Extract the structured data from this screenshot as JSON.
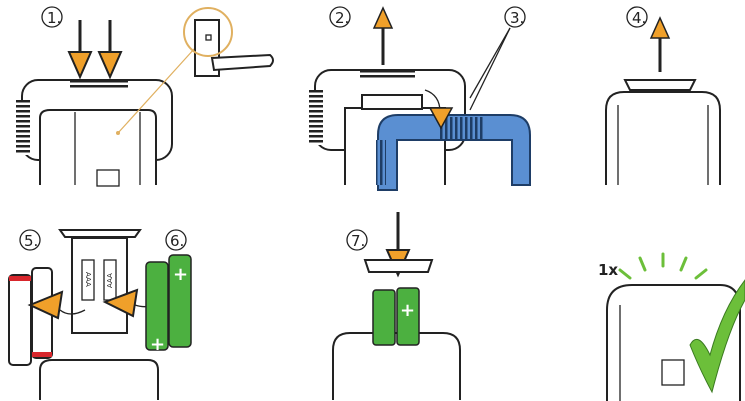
{
  "steps": [
    {
      "label": "1."
    },
    {
      "label": "2."
    },
    {
      "label": "3."
    },
    {
      "label": "4."
    },
    {
      "label": "5."
    },
    {
      "label": "6."
    },
    {
      "label": "7."
    }
  ],
  "battery_text": "AAA",
  "press_count": "1x",
  "colors": {
    "arrow_accent": "#f0a02a",
    "clip_blue": "#5a8fd2",
    "battery_green": "#4cb040",
    "old_battery_red": "#d8262c",
    "check_green": "#6cbf3a",
    "callout": "#e0b060"
  }
}
